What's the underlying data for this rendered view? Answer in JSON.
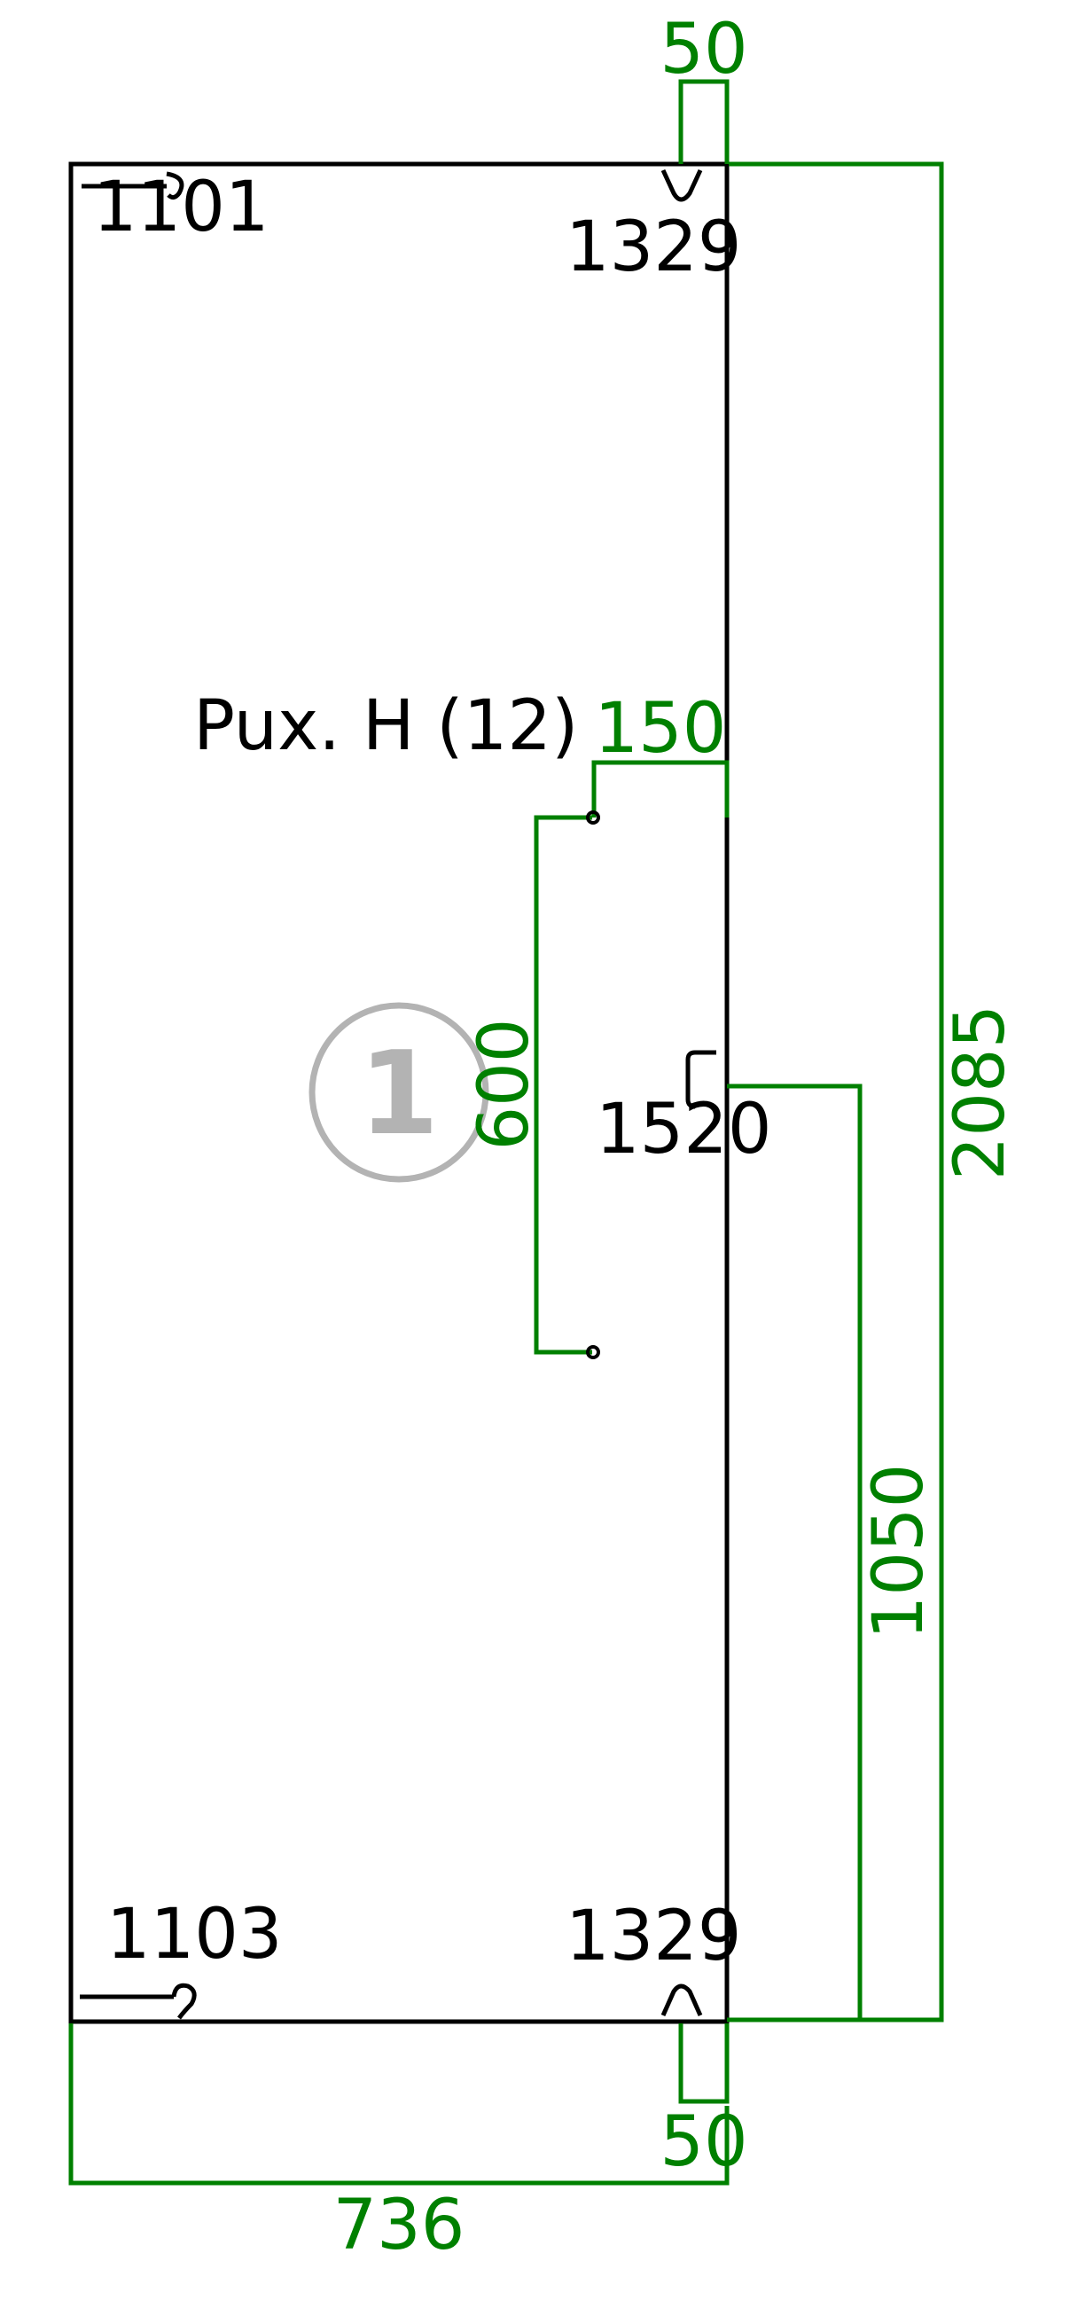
{
  "colors": {
    "outline": "#000000",
    "dimension": "#008000",
    "badge": "#b3b3b3",
    "background": "#ffffff"
  },
  "panel": {
    "title": "Pux. H (12)",
    "badge_number": "1"
  },
  "hardware_labels": {
    "top_left": "1101",
    "top_right": "1329",
    "bottom_left": "1103",
    "bottom_right": "1329",
    "handle": "1520"
  },
  "dimensions": {
    "top_offset": "50",
    "bottom_offset": "50",
    "hole_offset": "150",
    "hole_spacing": "600",
    "handle_height": "1050",
    "total_height": "2085",
    "total_width": "736"
  },
  "icons": {
    "top_left_hook": "hinge-hook-icon",
    "bottom_left_hook": "hinge-hook-icon",
    "top_right_notch": "notch-icon",
    "bottom_right_notch": "notch-icon",
    "handle_bracket": "handle-bracket-icon",
    "hole_marker": "drill-hole-icon"
  }
}
